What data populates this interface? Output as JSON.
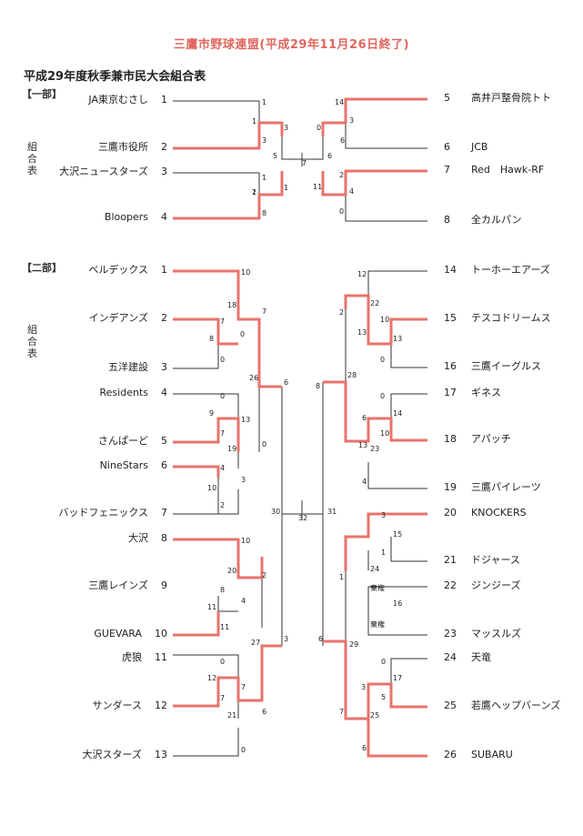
{
  "title": "三鷹市野球連盟(平成29年11月26日終了)",
  "subtitle": "平成29年度秋季兼市民大会組合表",
  "division1": {
    "label": "【一部】",
    "label2": "組合表",
    "left_teams": [
      {
        "name": "JA東京むさし",
        "num": "1"
      },
      {
        "name": "三鷹市役所",
        "num": "2"
      },
      {
        "name": "大沢ニュースターズ",
        "num": "3"
      },
      {
        "name": "Bloopers",
        "num": "4"
      }
    ],
    "right_teams": [
      {
        "num": "5",
        "name": "高井戸整骨院トト"
      },
      {
        "num": "6",
        "name": "JCB"
      },
      {
        "num": "7",
        "name": "Red　Hawk-RF"
      },
      {
        "num": "8",
        "name": "全カルパン"
      }
    ]
  },
  "division2": {
    "label": "【二部】",
    "label2": "組合表",
    "left_teams": [
      {
        "name": "ベルデックス",
        "num": "1"
      },
      {
        "name": "インデアンズ",
        "num": "2"
      },
      {
        "name": "五洋建設",
        "num": "3"
      },
      {
        "name": "Residents",
        "num": "4"
      },
      {
        "name": "さんぱーど",
        "num": "5"
      },
      {
        "name": "NineStars",
        "num": "6"
      },
      {
        "name": "バッドフェニックス",
        "num": "7"
      },
      {
        "name": "大沢",
        "num": "8"
      },
      {
        "name": "三鷹レインズ",
        "num": "9"
      },
      {
        "name": "GUEVARA",
        "num": "10"
      },
      {
        "name": "虎狼",
        "num": "11"
      },
      {
        "name": "サンダース",
        "num": "12"
      },
      {
        "name": "大沢スターズ",
        "num": "13"
      }
    ],
    "right_teams": [
      {
        "num": "14",
        "name": "トーホーエアーズ"
      },
      {
        "num": "15",
        "name": "テスコドリームス"
      },
      {
        "num": "16",
        "name": "三鷹イーグルス"
      },
      {
        "num": "17",
        "name": "ギネス"
      },
      {
        "num": "18",
        "name": "アパッチ"
      },
      {
        "num": "19",
        "name": "三鷹パイレーツ"
      },
      {
        "num": "20",
        "name": "KNOCKERS"
      },
      {
        "num": "21",
        "name": "ドジャース"
      },
      {
        "num": "22",
        "name": "ジンジーズ"
      },
      {
        "num": "23",
        "name": "マッスルズ"
      },
      {
        "num": "24",
        "name": "天竜"
      },
      {
        "num": "25",
        "name": "若鷹ヘップバーンズ"
      },
      {
        "num": "26",
        "name": "SUBARU"
      }
    ]
  },
  "scores": [
    "1",
    "1",
    "3",
    "3",
    "1",
    "5",
    "7",
    "6",
    "14",
    "0",
    "3",
    "6",
    "11",
    "2",
    "4",
    "0",
    "1",
    "2",
    "1",
    "8",
    "10",
    "18",
    "7",
    "7",
    "8",
    "0",
    "0",
    "26",
    "6",
    "0",
    "9",
    "13",
    "7",
    "19",
    "0",
    "4",
    "10",
    "3",
    "2",
    "30",
    "32",
    "31",
    "10",
    "20",
    "2",
    "8",
    "11",
    "4",
    "11",
    "27",
    "3",
    "0",
    "12",
    "7",
    "7",
    "21",
    "6",
    "0",
    "12",
    "2",
    "22",
    "10",
    "13",
    "13",
    "0",
    "8",
    "28",
    "0",
    "6",
    "14",
    "10",
    "13",
    "23",
    "4",
    "3",
    "15",
    "1",
    "1",
    "24",
    "棄権",
    "16",
    "棄権",
    "6",
    "29",
    "0",
    "17",
    "3",
    "5",
    "25",
    "7",
    "6"
  ],
  "colors": {
    "winner": "#e8736b",
    "line": "#333333",
    "title": "#e0665e"
  }
}
